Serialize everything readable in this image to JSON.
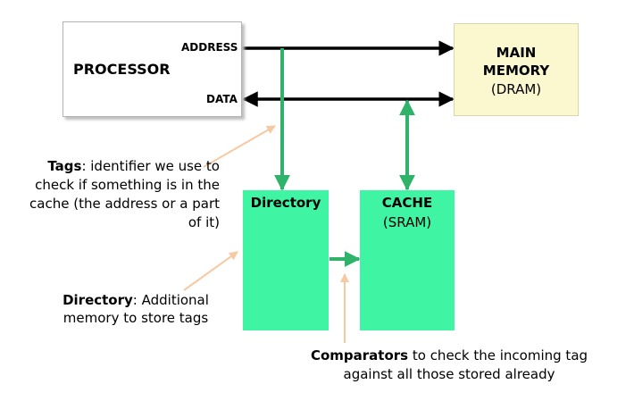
{
  "diagram": {
    "processor": {
      "title": "PROCESSOR",
      "address_port": "ADDRESS",
      "data_port": "DATA"
    },
    "main_memory": {
      "title": "MAIN\nMEMORY",
      "subtitle": "(DRAM)"
    },
    "directory": {
      "title": "Directory"
    },
    "cache": {
      "title": "CACHE",
      "subtitle": "(SRAM)"
    },
    "annotations": {
      "tags": {
        "term": "Tags",
        "text": ": identifier we use to check if something is in the cache (the address or a part of it)"
      },
      "directory": {
        "term": "Directory",
        "text": ": Additional memory to store tags"
      },
      "comparators": {
        "term": "Comparators",
        "text": " to check the incoming tag against all those stored already"
      }
    },
    "colors": {
      "bus": "#000000",
      "green_box": "#3ff5a3",
      "green_connector": "#2fb36b",
      "memory_fill": "#fbf8cf",
      "pointer": "#f7c9a2"
    }
  }
}
